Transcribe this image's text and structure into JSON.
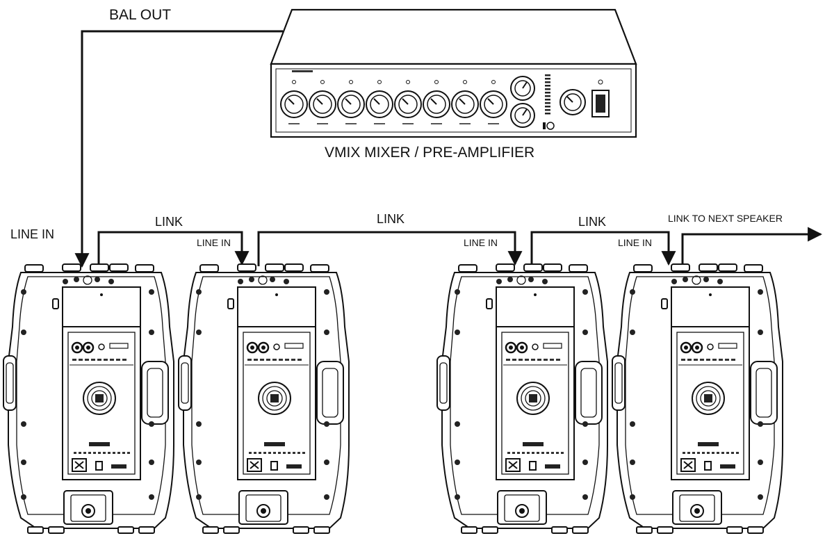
{
  "labels": {
    "bal_out": "BAL OUT",
    "mixer_caption": "VMIX MIXER / PRE-AMPLIFIER",
    "line_in_1": "LINE IN",
    "line_in_2": "LINE IN",
    "line_in_3": "LINE IN",
    "line_in_4": "LINE IN",
    "link_1": "LINK",
    "link_2": "LINK",
    "link_3": "LINK",
    "link_next": "LINK TO NEXT SPEAKER"
  },
  "mixer": {
    "channel_knobs": 8
  },
  "speakers": [
    {
      "id": "speaker-1"
    },
    {
      "id": "speaker-2"
    },
    {
      "id": "speaker-3"
    },
    {
      "id": "speaker-4"
    }
  ]
}
